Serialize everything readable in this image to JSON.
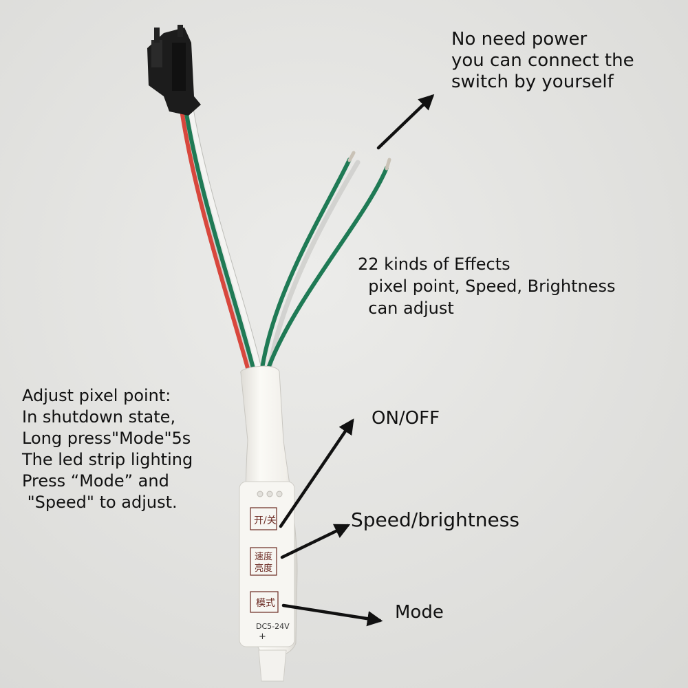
{
  "notes": {
    "power": [
      "No need power",
      "you can connect the",
      "switch by yourself"
    ],
    "effects": [
      "22 kinds of Effects",
      "  pixel point, Speed, Brightness",
      "  can adjust"
    ],
    "pixel": [
      "Adjust pixel point:",
      "In shutdown state,",
      "Long press\"Mode\"5s",
      "The led strip lighting",
      "Press “Mode” and",
      " \"Speed\" to adjust."
    ]
  },
  "callouts": {
    "onoff": "ON/OFF",
    "speed": "Speed/brightness",
    "mode": "Mode"
  },
  "controller": {
    "btn_onoff": "开/关",
    "btn_speed_1": "速度",
    "btn_speed_2": "亮度",
    "btn_mode": "模式",
    "voltage": "DC5-24V",
    "plus": "+"
  },
  "colors": {
    "background": "#e4e4e2",
    "wire_red": "#d8473d",
    "wire_green": "#1f7a55",
    "wire_white": "#f4f4f2",
    "connector": "#1c1c1c",
    "controller_body": "#f6f5f1",
    "arrow": "#111111"
  }
}
